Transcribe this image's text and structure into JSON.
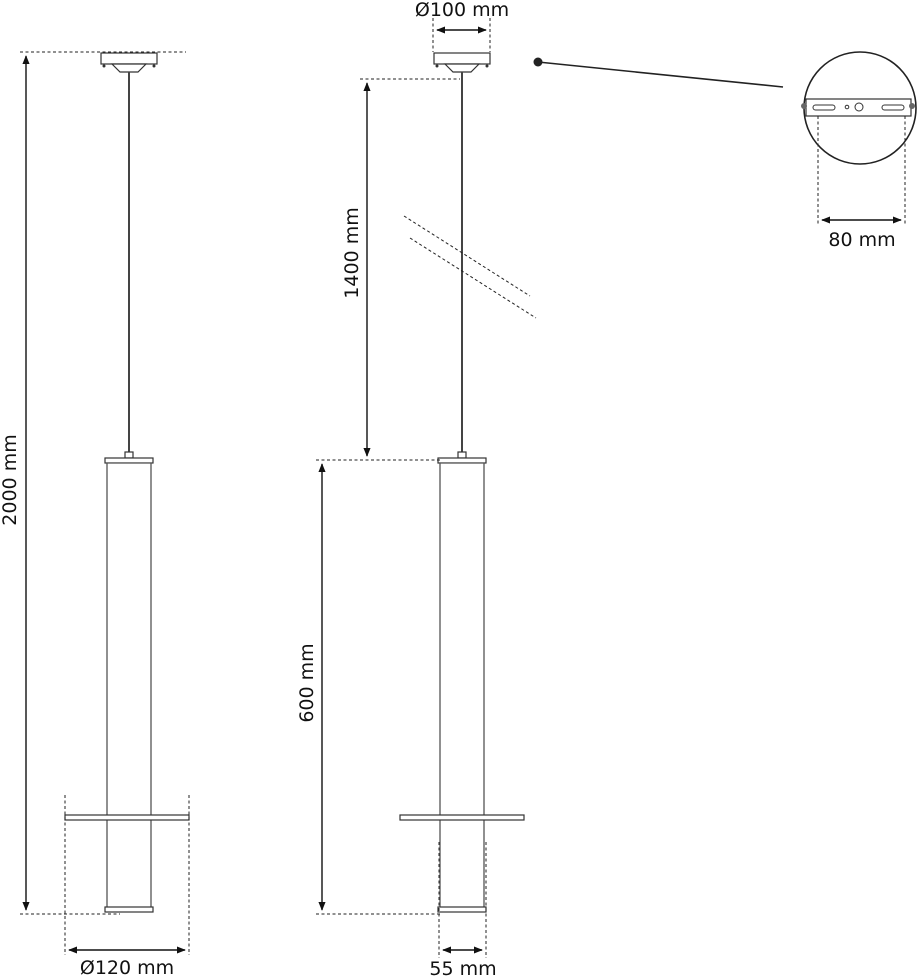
{
  "labels": {
    "total_height": "2000 mm",
    "cable_length": "1400 mm",
    "shade_height": "600 mm",
    "canopy_diameter": "Ø100 mm",
    "bracket_width": "80 mm",
    "disc_diameter": "Ø120 mm",
    "tube_diameter": "55 mm"
  },
  "colors": {
    "line": "#111111",
    "part_stroke": "#333333",
    "background": "#ffffff"
  }
}
